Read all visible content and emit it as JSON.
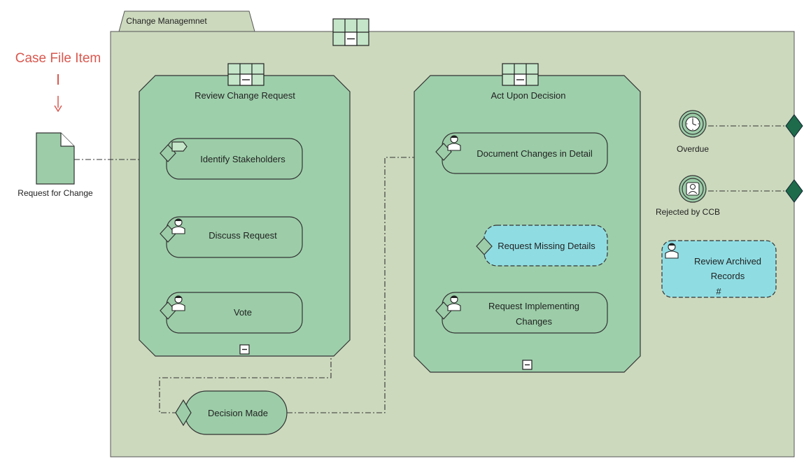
{
  "plan": {
    "name": "Change Managemnet"
  },
  "callout": {
    "text": "Case File Item"
  },
  "case_file_item": {
    "name": "Request for Change"
  },
  "stages": [
    {
      "name": "Review Change Request",
      "tasks": [
        "Identify Stakeholders",
        "Discuss Request",
        "Vote"
      ]
    },
    {
      "name": "Act Upon Decision",
      "tasks": [
        "Document Changes in Detail",
        "Request Missing Details",
        "Request Implementing",
        "Changes"
      ]
    }
  ],
  "milestone": {
    "name": "Decision Made"
  },
  "events": [
    {
      "name": "Overdue",
      "icon": "timer-icon"
    },
    {
      "name": "Rejected by CCB",
      "icon": "user-event-icon"
    }
  ],
  "discretionary_task": {
    "line1": "Review Archived",
    "line2": "Records",
    "marker": "#"
  },
  "colors": {
    "plan_fill": "#ccd9bd",
    "stage_fill": "#9ecfab",
    "task_fill": "#9ccda8",
    "discretionary_fill": "#8fdde3",
    "exit_criterion": "#1d6b4a",
    "callout": "#d9584f",
    "line": "#333333"
  }
}
